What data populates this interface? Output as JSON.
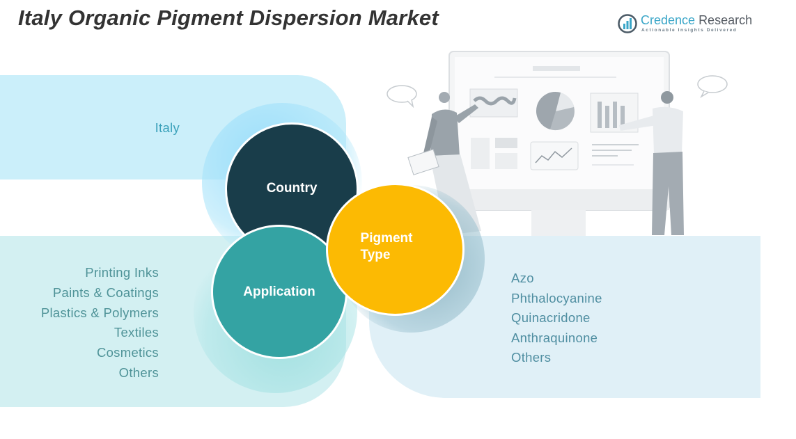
{
  "title": "Italy Organic Pigment Dispersion Market",
  "logo": {
    "name_part1": "Credence",
    "name_part2": "Research",
    "tagline": "Actionable Insights Delivered",
    "icon": "credence-research-logo-icon"
  },
  "segments": {
    "country": {
      "label": "Country",
      "color": "#193d4a",
      "items": [
        "Italy"
      ]
    },
    "application": {
      "label": "Application",
      "color": "#34a3a3",
      "items": [
        "Printing Inks",
        "Paints & Coatings",
        "Plastics & Polymers",
        "Textiles",
        "Cosmetics",
        "Others"
      ]
    },
    "pigment_type": {
      "label_line1": "Pigment",
      "label_line2": "Type",
      "color": "#fcba03",
      "items": [
        "Azo",
        "Phthalocyanine",
        "Quinacridone",
        "Anthraquinone",
        "Others"
      ]
    }
  },
  "illustration": {
    "description": "two-people-presenting-dashboard-illustration"
  }
}
